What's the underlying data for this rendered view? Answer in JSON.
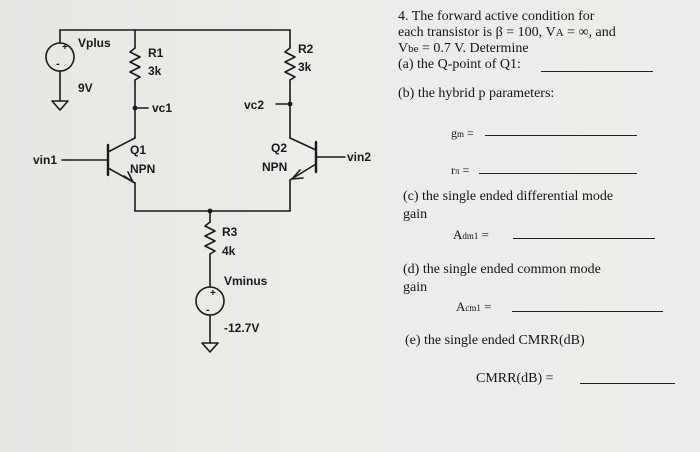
{
  "schematic": {
    "vplus_label": "Vplus",
    "source_9v_label": "9V",
    "r1_name": "R1",
    "r1_value": "3k",
    "r2_name": "R2",
    "r2_value": "3k",
    "r3_name": "R3",
    "r3_value": "4k",
    "vc1_label": "vc1",
    "vc2_label": "vc2",
    "q1_name": "Q1",
    "q1_type": "NPN",
    "q2_name": "Q2",
    "q2_type": "NPN",
    "vin1_label": "vin1",
    "vin2_label": "vin2",
    "vminus_label": "Vminus",
    "source_neg_label": "-12.7V",
    "plus_sign": "+",
    "minus_sign": "-"
  },
  "problem": {
    "line1": "4. The forward active condition for",
    "line2": "each transistor is β = 100, V",
    "line2_sub": "A",
    "line2_end": " = ∞, and",
    "line3_v": "V",
    "line3_sub": "be",
    "line3_end": " = 0.7 V. Determine",
    "line4": "(a) the Q-point of Q1:",
    "part_b": "(b) the hybrid p parameters:",
    "gm_label": "g",
    "gm_sub": "m",
    "gm_eq": " =",
    "rpi_label": "r",
    "rpi_sub": "π",
    "rpi_eq": " =",
    "part_c_1": "(c) the single ended differential mode",
    "part_c_2": "gain",
    "adm_label": "A",
    "adm_sub": "dm1",
    "adm_eq": " =",
    "part_d_1": "(d) the single ended common mode",
    "part_d_2": "gain",
    "acm_label": "A",
    "acm_sub": "cm1",
    "acm_eq": " =",
    "part_e": "(e) the single ended CMRR(dB)",
    "cmrr_label": "CMRR(dB)",
    "cmrr_eq": " ="
  }
}
